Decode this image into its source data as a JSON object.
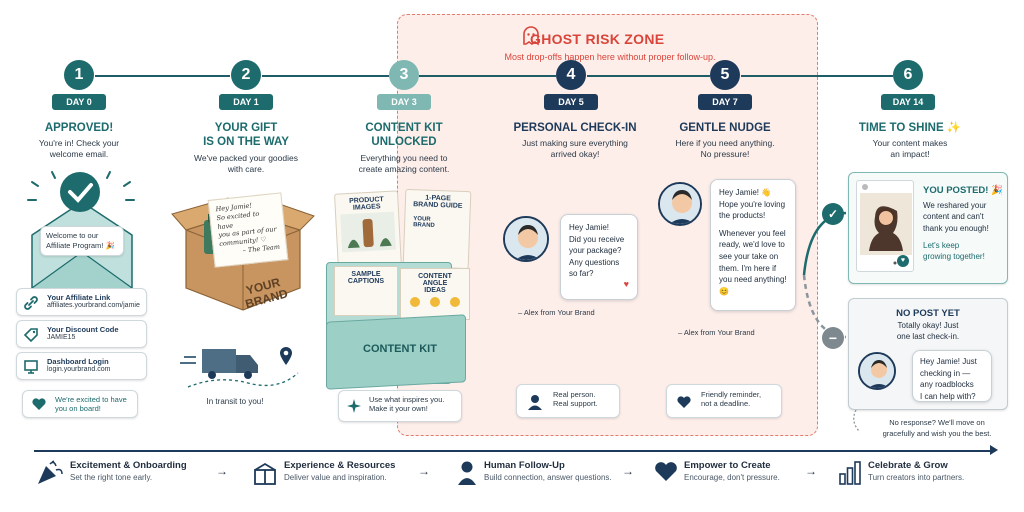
{
  "ghost_zone": {
    "title": "GHOST RISK ZONE",
    "subtitle": "Most drop-offs happen here without proper follow-up."
  },
  "stages": [
    {
      "num": "1",
      "day": "DAY 0",
      "title": "APPROVED!",
      "desc1": "You're in! Check your",
      "desc2": "welcome email."
    },
    {
      "num": "2",
      "day": "DAY 1",
      "title1": "YOUR GIFT",
      "title2": "IS ON THE WAY",
      "desc1": "We've packed your goodies",
      "desc2": "with care."
    },
    {
      "num": "3",
      "day": "DAY 3",
      "title1": "CONTENT KIT",
      "title2": "UNLOCKED",
      "desc1": "Everything you need to",
      "desc2": "create amazing content."
    },
    {
      "num": "4",
      "day": "DAY 5",
      "title": "PERSONAL CHECK-IN",
      "desc1": "Just making sure everything",
      "desc2": "arrived okay!"
    },
    {
      "num": "5",
      "day": "DAY 7",
      "title": "GENTLE NUDGE",
      "desc1": "Here if you need anything.",
      "desc2": "No pressure!"
    },
    {
      "num": "6",
      "day": "DAY 14",
      "title": "TIME TO SHINE ✨",
      "desc1": "Your content makes",
      "desc2": "an impact!"
    }
  ],
  "stage1": {
    "envelope_text1": "Welcome to our",
    "envelope_text2": "Affiliate Program! 🎉",
    "links": [
      {
        "title": "Your Affiliate Link",
        "value": "affiliates.yourbrand.com/jamie"
      },
      {
        "title": "Your Discount Code",
        "value": "JAMIE15"
      },
      {
        "title": "Dashboard Login",
        "value": "login.yourbrand.com"
      }
    ],
    "excited1": "We're excited to have",
    "excited2": "you on board!"
  },
  "stage2": {
    "note1": "Hey Jamie!",
    "note2": "So excited to have",
    "note3": "you as part of our",
    "note4": "community! ♡",
    "note5": "– The Team",
    "box_label1": "YOUR",
    "box_label2": "BRAND",
    "transit": "In transit to you!"
  },
  "stage3": {
    "card1a": "PRODUCT",
    "card1b": "IMAGES",
    "card2a": "1-PAGE",
    "card2b": "BRAND GUIDE",
    "card2c": "YOUR",
    "card2d": "BRAND",
    "card3a": "SAMPLE",
    "card3b": "CAPTIONS",
    "card4a": "CONTENT ANGLE",
    "card4b": "IDEAS",
    "folder": "CONTENT KIT",
    "tip1": "Use what inspires you.",
    "tip2": "Make it your own!"
  },
  "stage4": {
    "lines": [
      "Hey Jamie!",
      "Did you receive",
      "your package?",
      "Any questions",
      "so far?"
    ],
    "signature": "– Alex from Your Brand",
    "badge1": "Real person.",
    "badge2": "Real support."
  },
  "stage5": {
    "lines": [
      "Hey Jamie! 👋",
      "Hope you're loving",
      "the products!",
      "",
      "Whenever you feel",
      "ready, we'd love to",
      "see your take on",
      "them. I'm here if",
      "you need anything!",
      "😊"
    ],
    "signature": "– Alex from Your Brand",
    "badge1": "Friendly reminder,",
    "badge2": "not a deadline."
  },
  "stage6": {
    "posted_title": "YOU POSTED! 🎉",
    "posted_lines": [
      "We reshared your",
      "content and can't",
      "thank you enough!",
      "",
      "Let's keep",
      "growing together!"
    ],
    "nopost_title": "NO POST YET",
    "nopost_desc1": "Totally okay! Just",
    "nopost_desc2": "one last check-in.",
    "nopost_lines": [
      "Hey Jamie! Just",
      "checking in —",
      "any roadblocks",
      "I can help with?"
    ],
    "moveon1": "No response? We'll move on",
    "moveon2": "gracefully and wish you the best."
  },
  "footer": [
    {
      "title": "Excitement & Onboarding",
      "desc": "Set the right tone early.",
      "icon": "party-popper-icon"
    },
    {
      "title": "Experience & Resources",
      "desc": "Deliver value and inspiration.",
      "icon": "gift-box-icon"
    },
    {
      "title": "Human Follow-Up",
      "desc": "Build connection, answer questions.",
      "icon": "person-icon"
    },
    {
      "title": "Empower to Create",
      "desc": "Encourage, don't pressure.",
      "icon": "heart-icon"
    },
    {
      "title": "Celebrate & Grow",
      "desc": "Turn creators into partners.",
      "icon": "bar-chart-icon"
    }
  ],
  "colors": {
    "teal": "#1d6b6d",
    "navy": "#1e3a5a",
    "ghost": "#d9453a",
    "light_teal": "#7fb7b2"
  }
}
